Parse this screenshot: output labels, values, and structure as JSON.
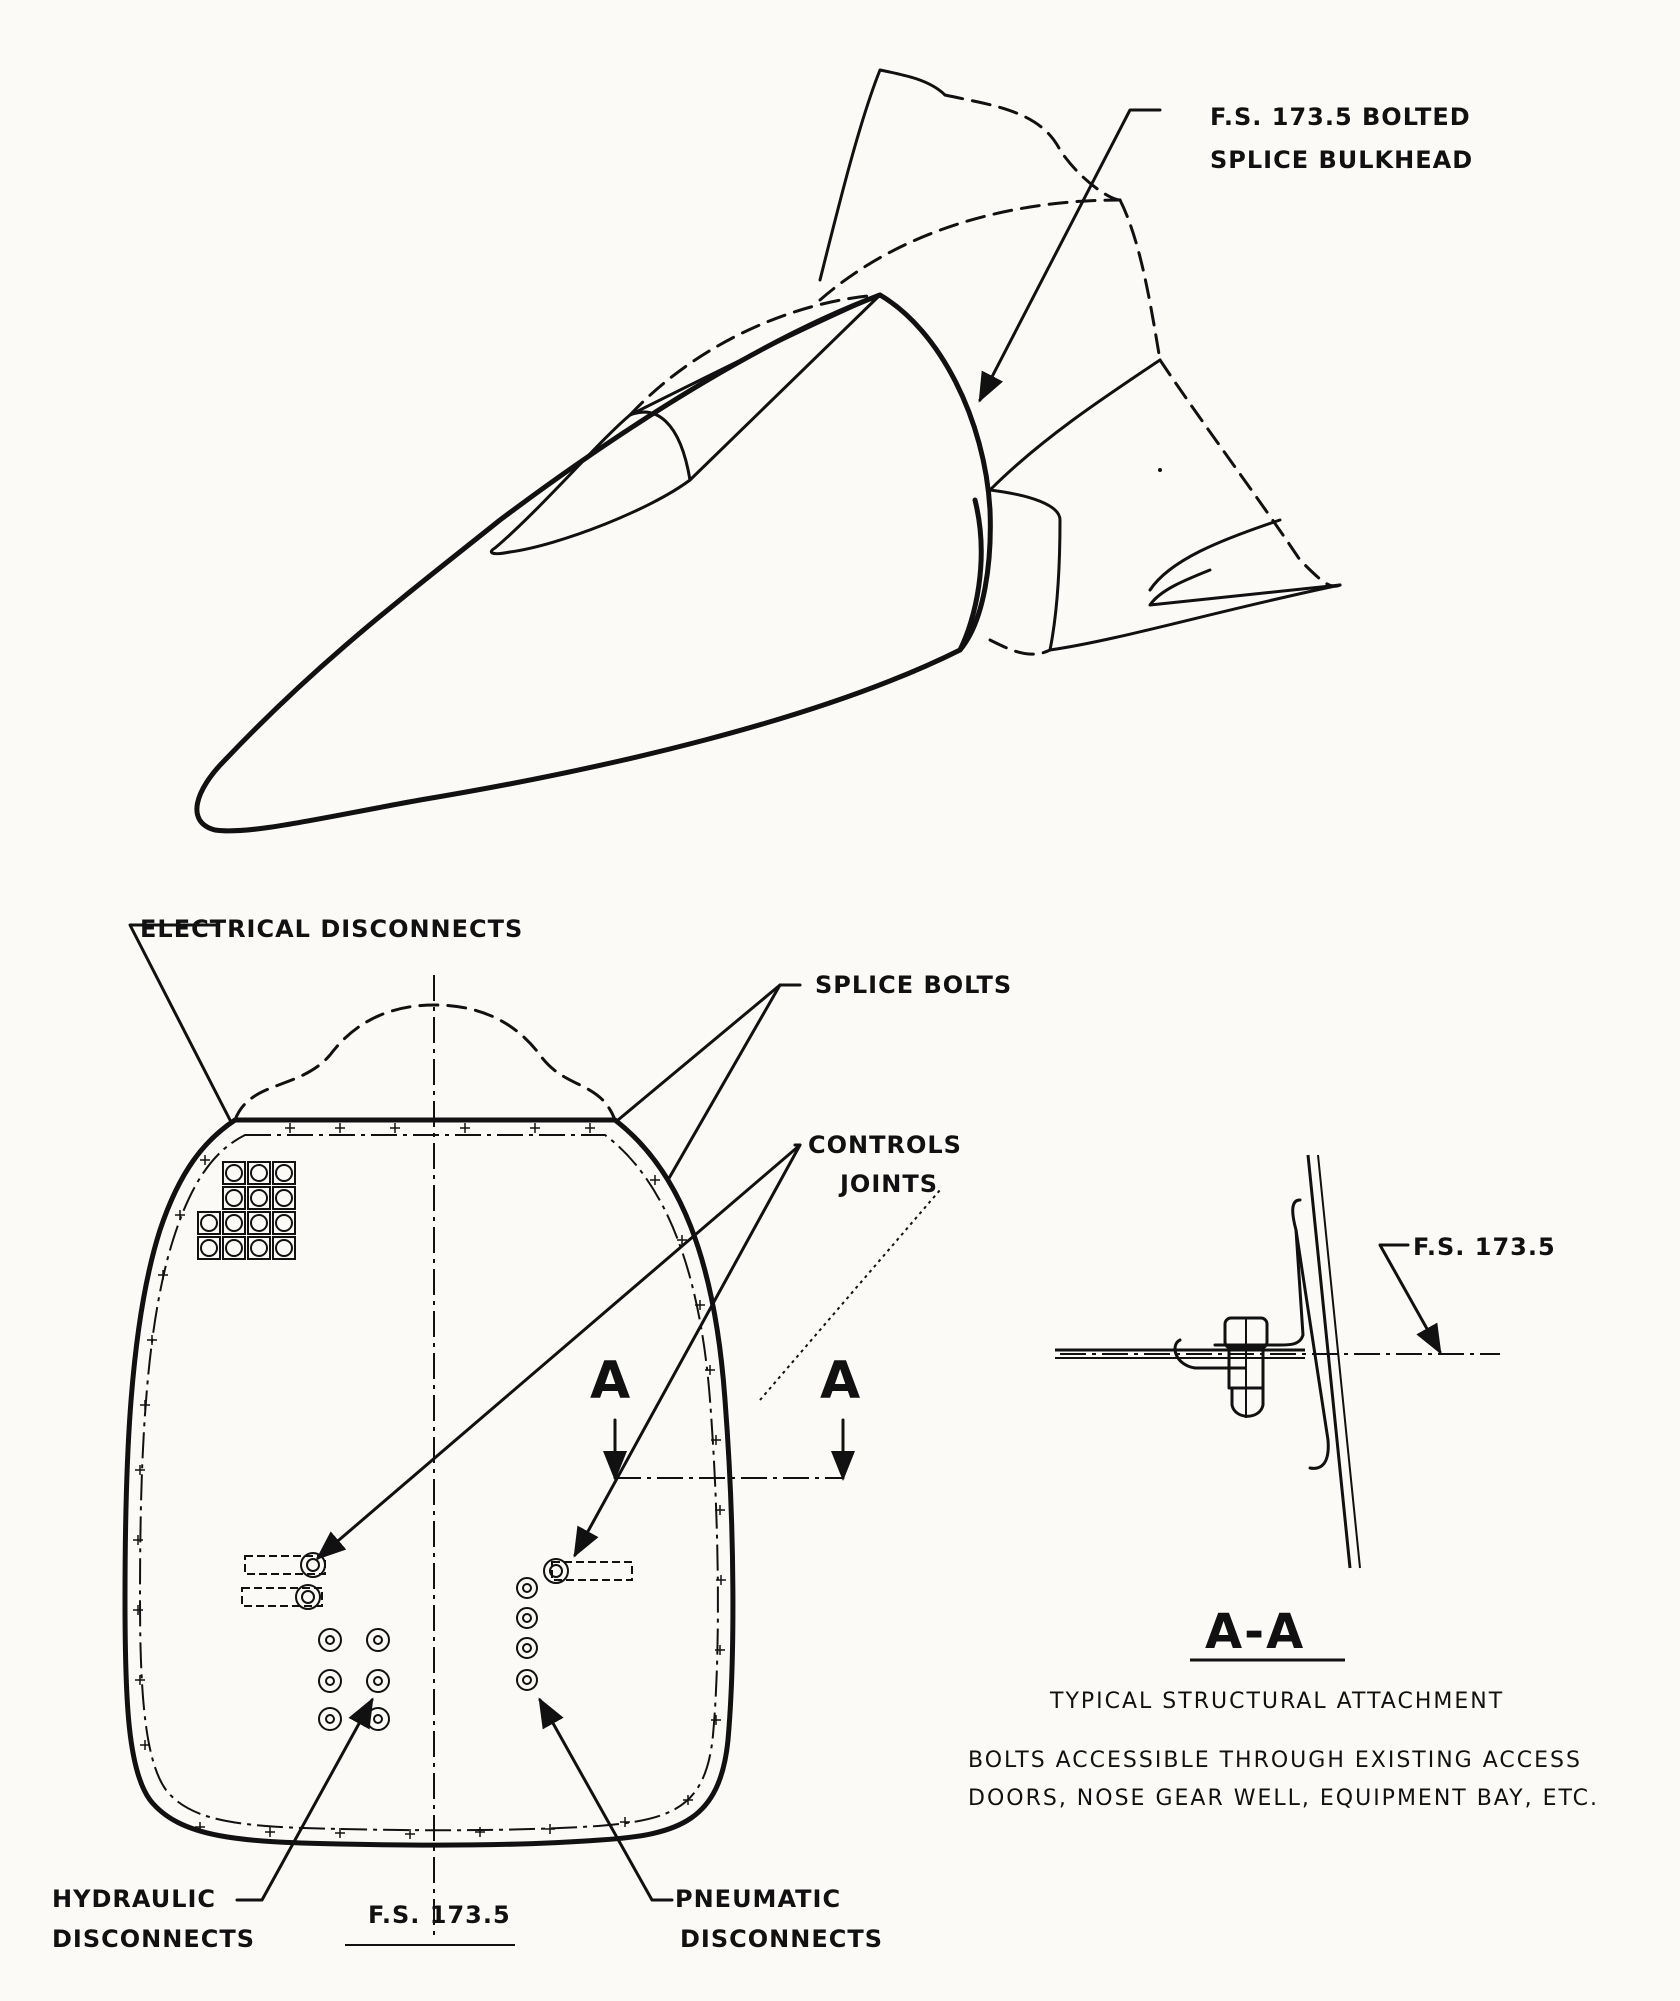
{
  "labels": {
    "bolted_splice_1": "F.S. 173.5 BOLTED",
    "bolted_splice_2": "SPLICE BULKHEAD",
    "electrical": "ELECTRICAL  DISCONNECTS",
    "splice_bolts": "SPLICE BOLTS",
    "controls_1": "CONTROLS",
    "controls_2": "JOINTS",
    "section_mark": "A",
    "fs_right": "F.S.  173.5",
    "section_title": "A-A",
    "typical": "TYPICAL  STRUCTURAL  ATTACHMENT",
    "note_1": "BOLTS  ACCESSIBLE  THROUGH  EXISTING  ACCESS",
    "note_2": "DOORS,  NOSE  GEAR  WELL,  EQUIPMENT  BAY,  ETC.",
    "hydraulic_1": "HYDRAULIC",
    "hydraulic_2": "DISCONNECTS",
    "fs_bottom": "F.S.  173.5",
    "pneumatic_1": "PNEUMATIC",
    "pneumatic_2": "DISCONNECTS"
  }
}
